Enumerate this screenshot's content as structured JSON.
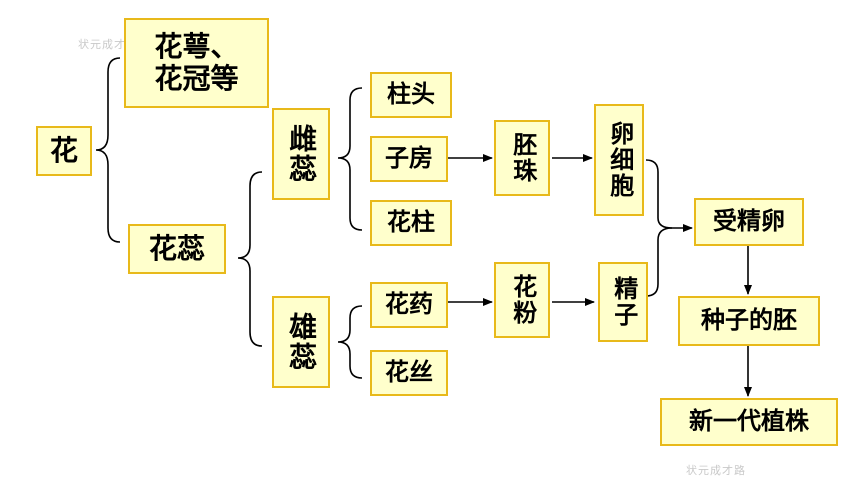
{
  "nodes": {
    "flower": "花",
    "calyx_corolla_line1": "花萼、",
    "calyx_corolla_line2": "花冠等",
    "pistil_stamen": "花蕊",
    "pistil": "雌蕊",
    "stamen": "雄蕊",
    "stigma": "柱头",
    "ovary": "子房",
    "style": "花柱",
    "anther": "花药",
    "filament": "花丝",
    "ovule": "胚珠",
    "pollen": "花粉",
    "egg_cell": "卵细胞",
    "sperm": "精子",
    "fertilized_egg": "受精卵",
    "seed_embryo": "种子的胚",
    "new_plant": "新一代植株"
  },
  "watermark": {
    "top_left": "状元成才路",
    "bottom_right": "状元成才路"
  },
  "colors": {
    "box_fill": "#ffffcc",
    "box_border": "#e8b91a",
    "line": "#000000"
  }
}
